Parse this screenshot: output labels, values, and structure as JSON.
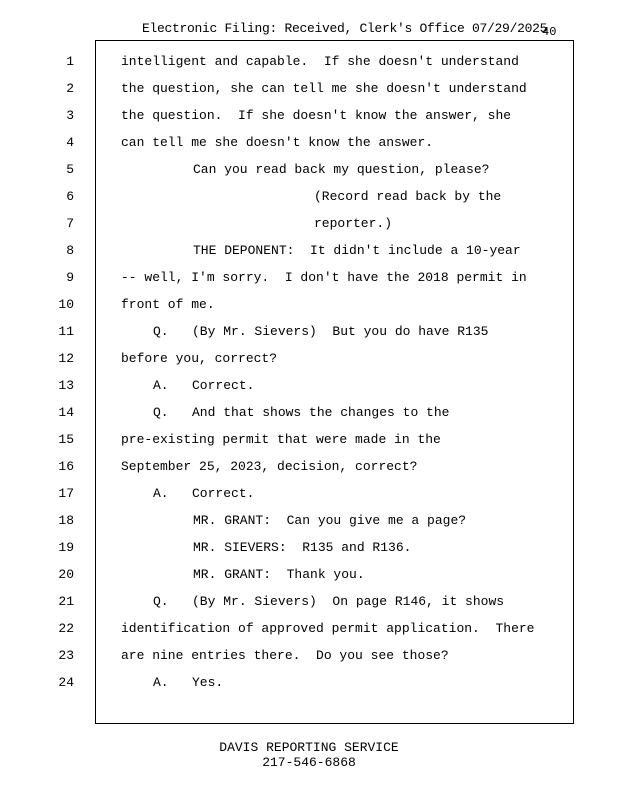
{
  "header": {
    "filing": "Electronic Filing: Received, Clerk's Office 07/29/2025",
    "page_number": "40"
  },
  "lines": [
    {
      "n": "1",
      "text": "intelligent and capable.  If she doesn't understand"
    },
    {
      "n": "2",
      "text": "the question, she can tell me she doesn't understand"
    },
    {
      "n": "3",
      "text": "the question.  If she doesn't know the answer, she"
    },
    {
      "n": "4",
      "text": "can tell me she doesn't know the answer."
    },
    {
      "n": "5",
      "text": "Can you read back my question, please?"
    },
    {
      "n": "6",
      "text": "(Record read back by the"
    },
    {
      "n": "7",
      "text": "reporter.)"
    },
    {
      "n": "8",
      "text": "THE DEPONENT:  It didn't include a 10-year"
    },
    {
      "n": "9",
      "text": "-- well, I'm sorry.  I don't have the 2018 permit in"
    },
    {
      "n": "10",
      "text": "front of me."
    },
    {
      "n": "11",
      "text": "Q.   (By Mr. Sievers)  But you do have R135"
    },
    {
      "n": "12",
      "text": "before you, correct?"
    },
    {
      "n": "13",
      "text": "A.   Correct."
    },
    {
      "n": "14",
      "text": "Q.   And that shows the changes to the"
    },
    {
      "n": "15",
      "text": "pre-existing permit that were made in the"
    },
    {
      "n": "16",
      "text": "September 25, 2023, decision, correct?"
    },
    {
      "n": "17",
      "text": "A.   Correct."
    },
    {
      "n": "18",
      "text": "MR. GRANT:  Can you give me a page?"
    },
    {
      "n": "19",
      "text": "MR. SIEVERS:  R135 and R136."
    },
    {
      "n": "20",
      "text": "MR. GRANT:  Thank you."
    },
    {
      "n": "21",
      "text": "Q.   (By Mr. Sievers)  On page R146, it shows"
    },
    {
      "n": "22",
      "text": "identification of approved permit application.  There"
    },
    {
      "n": "23",
      "text": "are nine entries there.  Do you see those?"
    },
    {
      "n": "24",
      "text": "A.   Yes."
    }
  ],
  "footer": {
    "company": "DAVIS REPORTING SERVICE",
    "phone": "217-546-6868"
  }
}
